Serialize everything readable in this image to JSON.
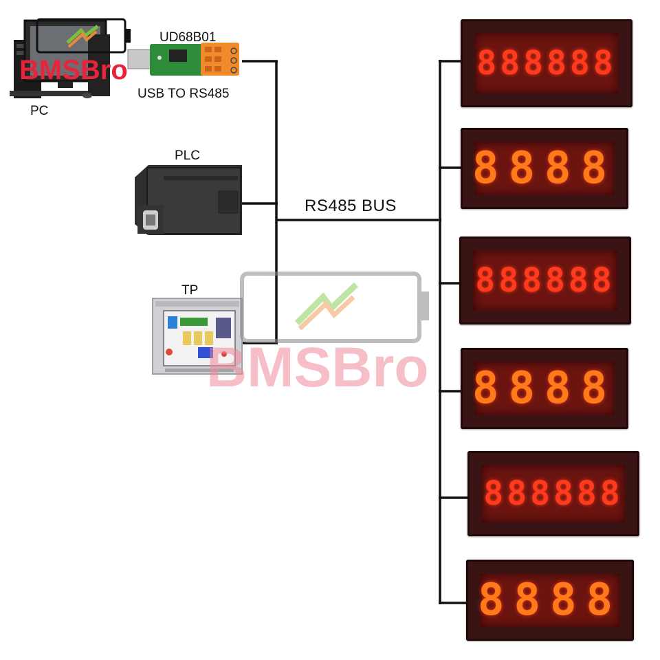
{
  "labels": {
    "pc": "PC",
    "converter_model": "UD68B01",
    "converter_desc": "USB TO RS485",
    "plc": "PLC",
    "tp": "TP",
    "bus": "RS485 BUS"
  },
  "watermark": {
    "text": "BMSBro"
  },
  "meters": [
    {
      "digits": "888888",
      "count": 6
    },
    {
      "digits": "8888",
      "count": 4
    },
    {
      "digits": "888888",
      "count": 6
    },
    {
      "digits": "8888",
      "count": 4
    },
    {
      "digits": "888888",
      "count": 6
    },
    {
      "digits": "8888",
      "count": 4
    }
  ],
  "colors": {
    "bus_line": "#111111",
    "watermark_red": "#e8243c",
    "led_red": "#ff3a1e",
    "led_orange": "#ff7a1a",
    "meter_body": "#3a1414"
  }
}
